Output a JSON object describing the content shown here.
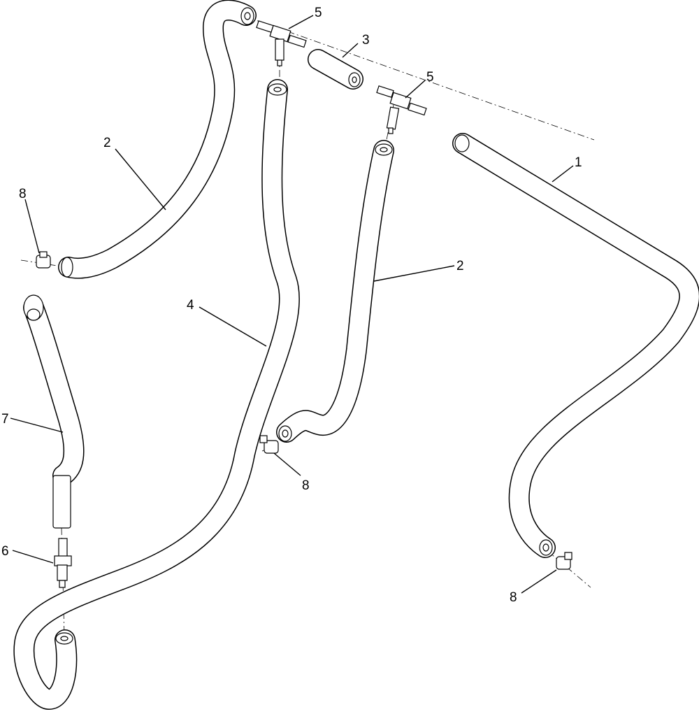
{
  "diagram": {
    "callouts": [
      {
        "id": "c1",
        "label": "1"
      },
      {
        "id": "c2a",
        "label": "2"
      },
      {
        "id": "c2b",
        "label": "2"
      },
      {
        "id": "c3",
        "label": "3"
      },
      {
        "id": "c4",
        "label": "4"
      },
      {
        "id": "c5a",
        "label": "5"
      },
      {
        "id": "c5b",
        "label": "5"
      },
      {
        "id": "c6",
        "label": "6"
      },
      {
        "id": "c7",
        "label": "7"
      },
      {
        "id": "c8a",
        "label": "8"
      },
      {
        "id": "c8b",
        "label": "8"
      },
      {
        "id": "c8c",
        "label": "8"
      }
    ]
  }
}
